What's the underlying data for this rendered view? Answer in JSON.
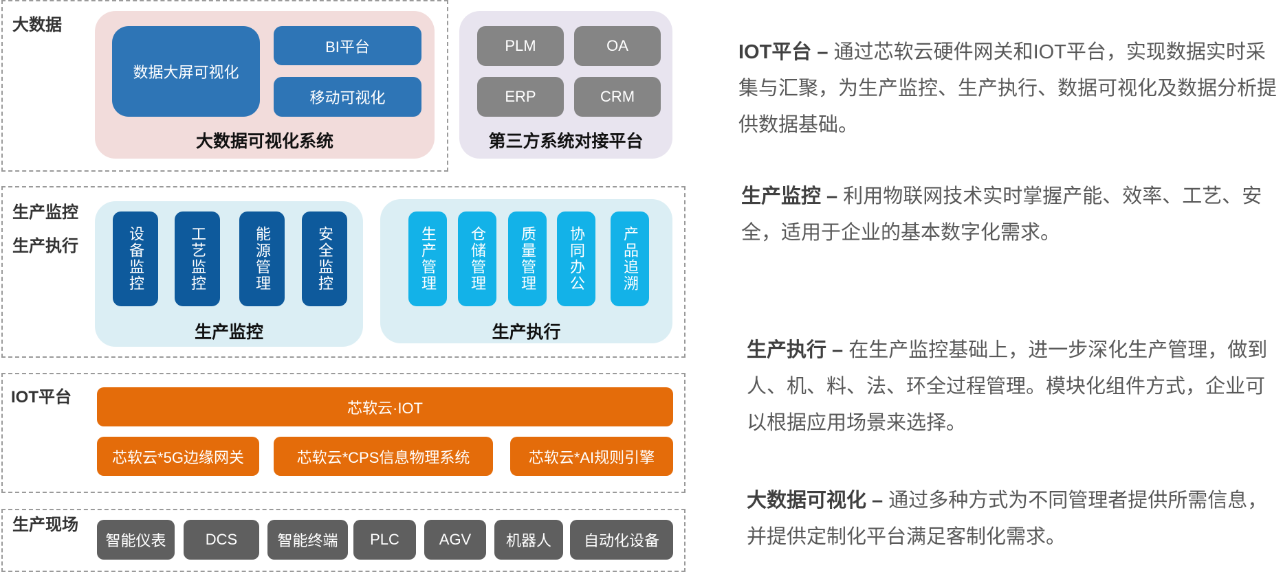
{
  "layers": {
    "bigdata": "大数据",
    "monitor_exec": [
      "生产监控",
      "生产执行"
    ],
    "iot": "IOT平台",
    "field": "生产现场"
  },
  "bigdata_panel": {
    "title": "大数据可视化系统",
    "items": [
      "数据大屏可视化",
      "BI平台",
      "移动可视化"
    ]
  },
  "thirdparty_panel": {
    "title": "第三方系统对接平台",
    "items": [
      "PLM",
      "OA",
      "ERP",
      "CRM"
    ]
  },
  "monitor_panel": {
    "title": "生产监控",
    "items": [
      "设备监控",
      "工艺监控",
      "能源管理",
      "安全监控"
    ]
  },
  "exec_panel": {
    "title": "生产执行",
    "items": [
      "生产管理",
      "仓储管理",
      "质量管理",
      "协同办公",
      "产品追溯"
    ]
  },
  "iot": {
    "main": "芯软云·IOT",
    "sub": [
      "芯软云*5G边缘网关",
      "芯软云*CPS信息物理系统",
      "芯软云*AI规则引擎"
    ]
  },
  "field_items": [
    "智能仪表",
    "DCS",
    "智能终端",
    "PLC",
    "AGV",
    "机器人",
    "自动化设备"
  ],
  "descriptions": [
    {
      "term": "IOT平台 –",
      "text": " 通过芯软云硬件网关和IOT平台，实现数据实时采集与汇聚，为生产监控、生产执行、数据可视化及数据分析提供数据基础。"
    },
    {
      "term": "生产监控 –",
      "text": " 利用物联网技术实时掌握产能、效率、工艺、安全，适用于企业的基本数字化需求。"
    },
    {
      "term": "生产执行 –",
      "text": " 在生产监控基础上，进一步深化生产管理，做到人、机、料、法、环全过程管理。模块化组件方式，企业可以根据应用场景来选择。"
    },
    {
      "term": "大数据可视化 –",
      "text": " 通过多种方式为不同管理者提供所需信息，并提供定制化平台满足客制化需求。"
    }
  ]
}
